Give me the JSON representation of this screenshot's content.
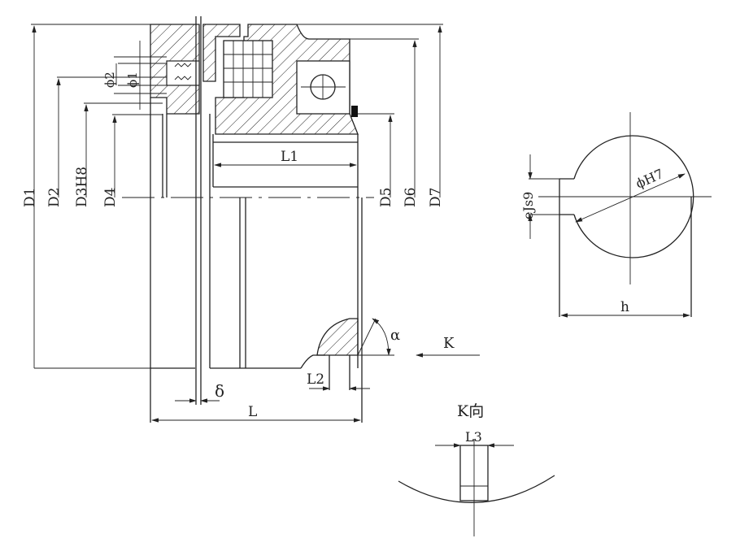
{
  "labels": {
    "D1": "D1",
    "D2": "D2",
    "D3": "D3H8",
    "D4": "D4",
    "D5": "D5",
    "D6": "D6",
    "D7": "D7",
    "phi1": "ϕ1",
    "phi2": "ϕ2",
    "L": "L",
    "L1": "L1",
    "L2": "L2",
    "L3": "L3",
    "delta": "δ",
    "alpha": "α",
    "K": "K",
    "k_view": "K向",
    "bore": "ϕH7",
    "keyway": "eJs9",
    "h": "h"
  }
}
